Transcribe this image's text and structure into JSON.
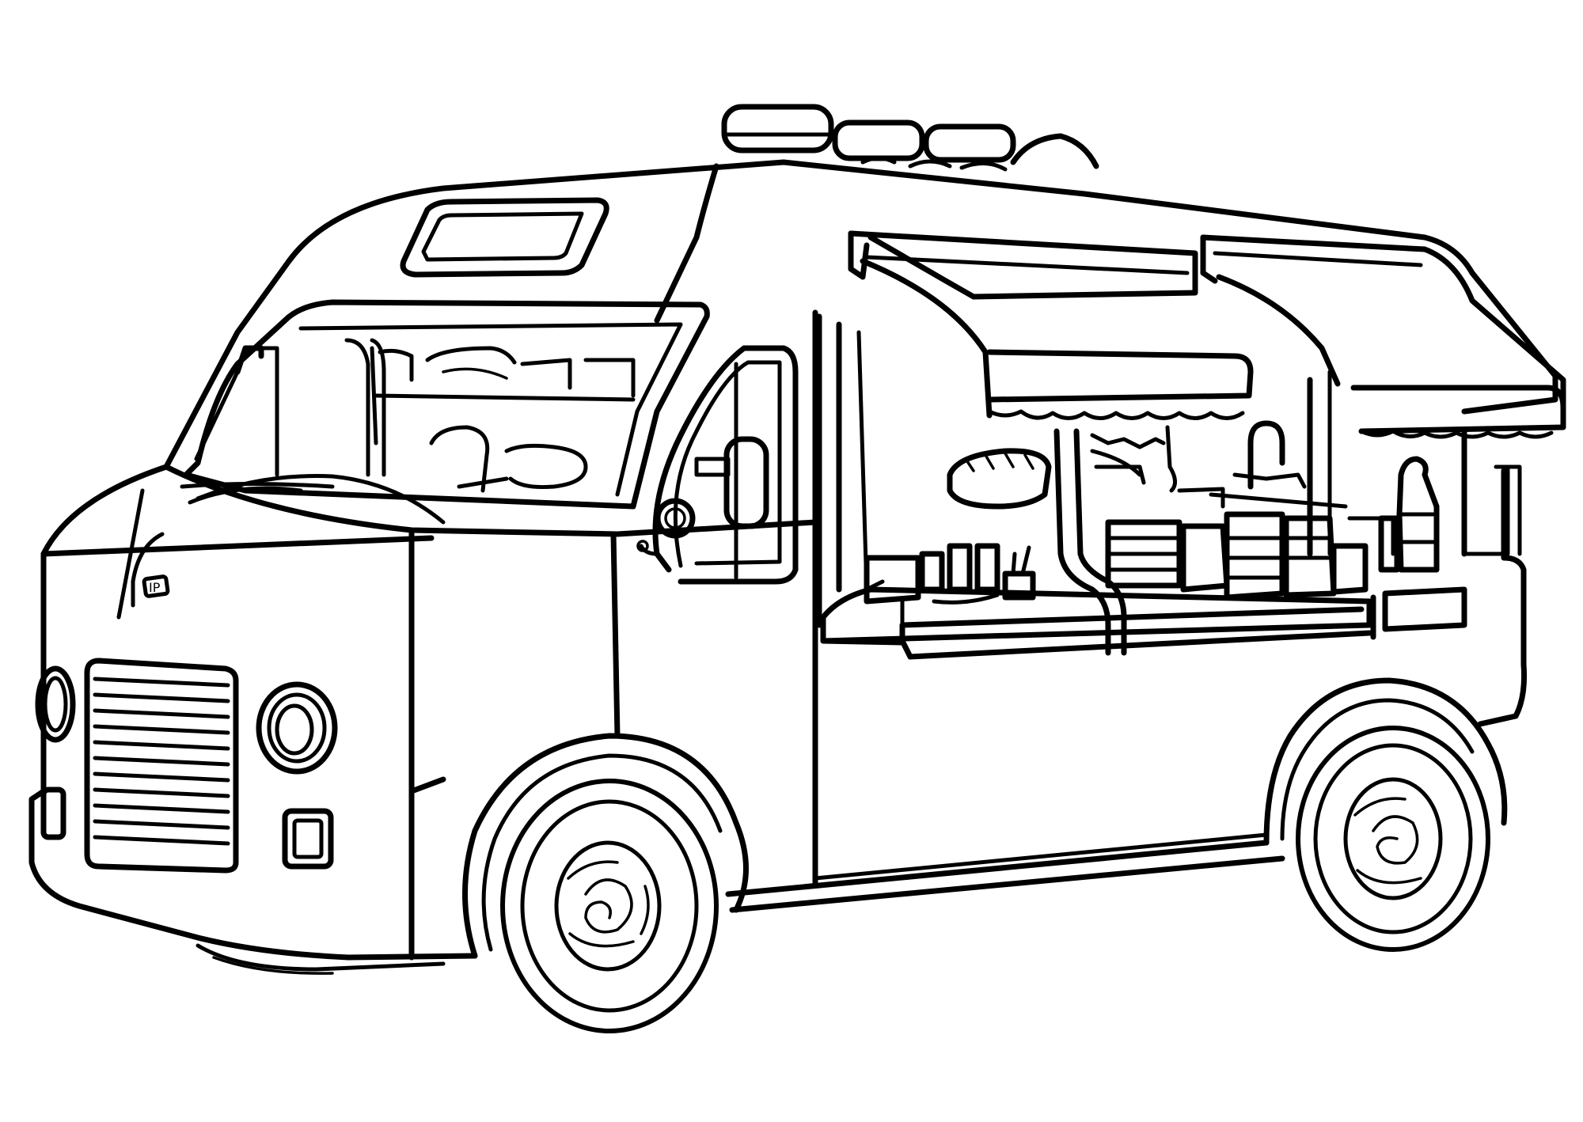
{
  "illustration": {
    "subject": "food-truck",
    "style": "black line art coloring page",
    "colors": {
      "line": "#000000",
      "background": "#ffffff"
    },
    "emblem_text": "IP"
  }
}
